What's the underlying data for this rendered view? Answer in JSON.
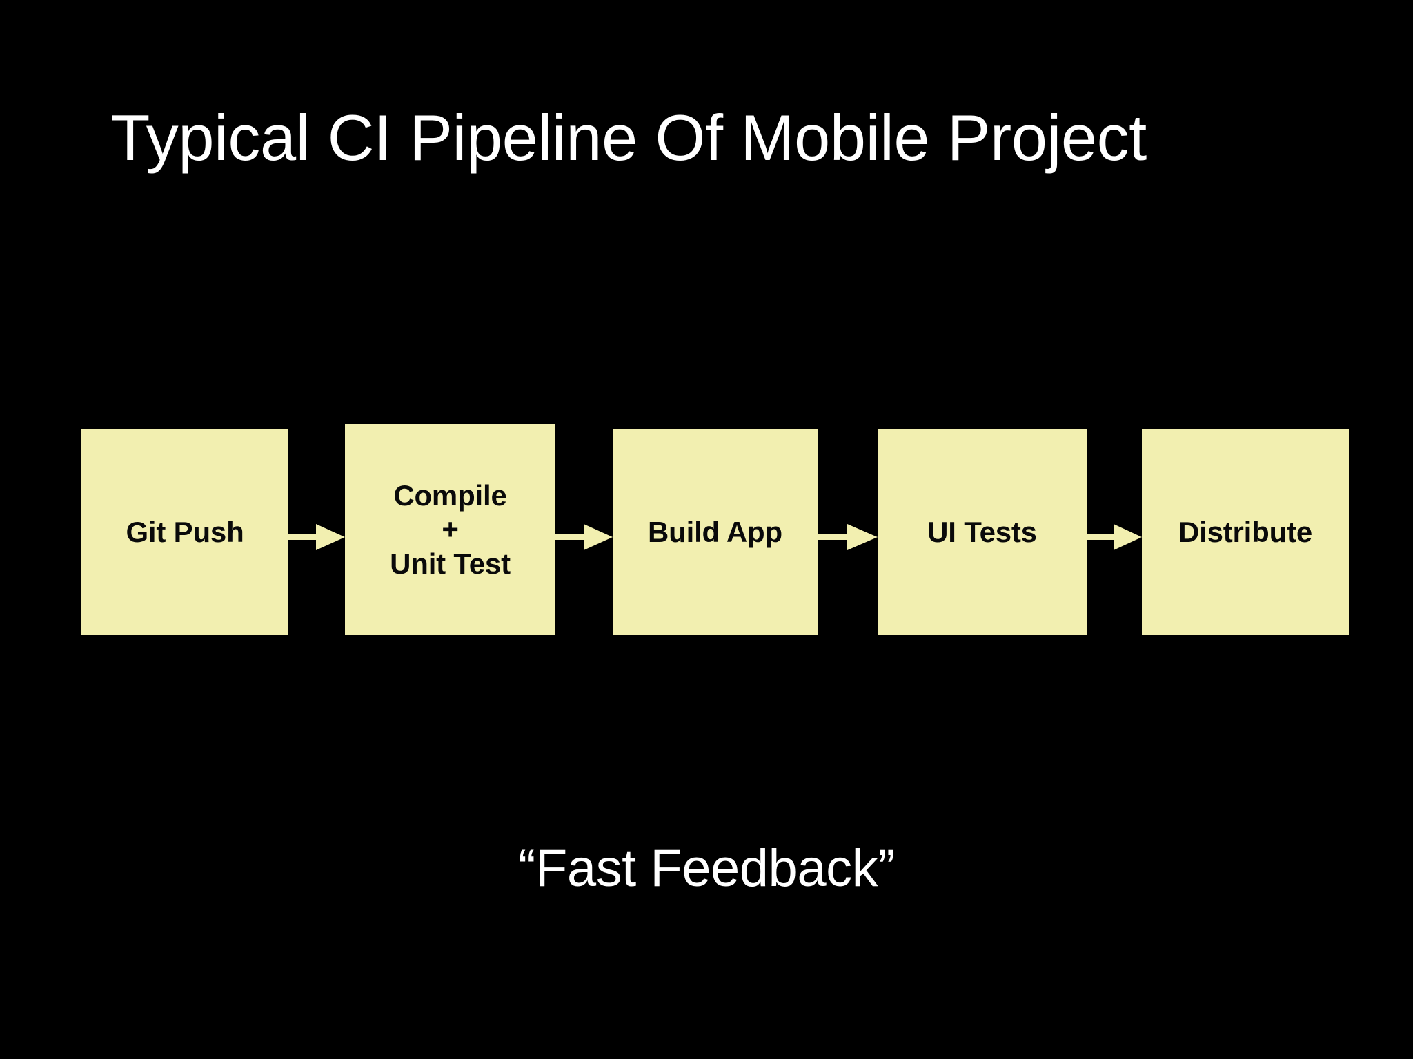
{
  "slide": {
    "title": "Typical CI Pipeline Of Mobile Project",
    "caption": "“Fast Feedback”",
    "background_color": "#000000",
    "title_color": "#ffffff",
    "caption_color": "#ffffff"
  },
  "pipeline": {
    "box_fill_color": "#F2EFB0",
    "box_text_color": "#0a0a0a",
    "arrow_color": "#F2EFB0",
    "stages": [
      {
        "id": "git-push",
        "label": "Git Push"
      },
      {
        "id": "compile",
        "label": "Compile\n+\nUnit Test"
      },
      {
        "id": "build-app",
        "label": "Build App"
      },
      {
        "id": "ui-tests",
        "label": "UI Tests"
      },
      {
        "id": "distribute",
        "label": "Distribute"
      }
    ],
    "arrows": [
      {
        "id": "arrow-1",
        "from": "git-push",
        "to": "compile",
        "glyph": "arrow-right-icon"
      },
      {
        "id": "arrow-2",
        "from": "compile",
        "to": "build-app",
        "glyph": "arrow-right-icon"
      },
      {
        "id": "arrow-3",
        "from": "build-app",
        "to": "ui-tests",
        "glyph": "arrow-right-icon"
      },
      {
        "id": "arrow-4",
        "from": "ui-tests",
        "to": "distribute",
        "glyph": "arrow-right-icon"
      }
    ]
  }
}
